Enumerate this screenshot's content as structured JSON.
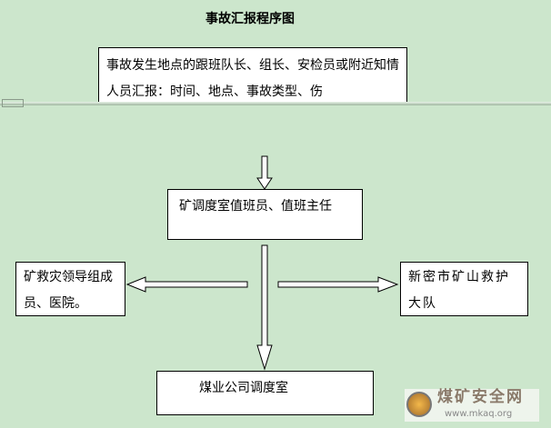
{
  "title": "事故汇报程序图",
  "boxes": {
    "top": "事故发生地点的跟班队长、组长、安检员或附近知情人员汇报：时间、地点、事故类型、伤",
    "middle": "矿调度室值班员、值班主任",
    "left": "矿救灾领导组成员、医院。",
    "right": "新密市矿山救护大队",
    "bottom": "煤业公司调度室"
  },
  "watermark": {
    "name": "煤矿安全网",
    "url": "www.mkaq.org"
  }
}
